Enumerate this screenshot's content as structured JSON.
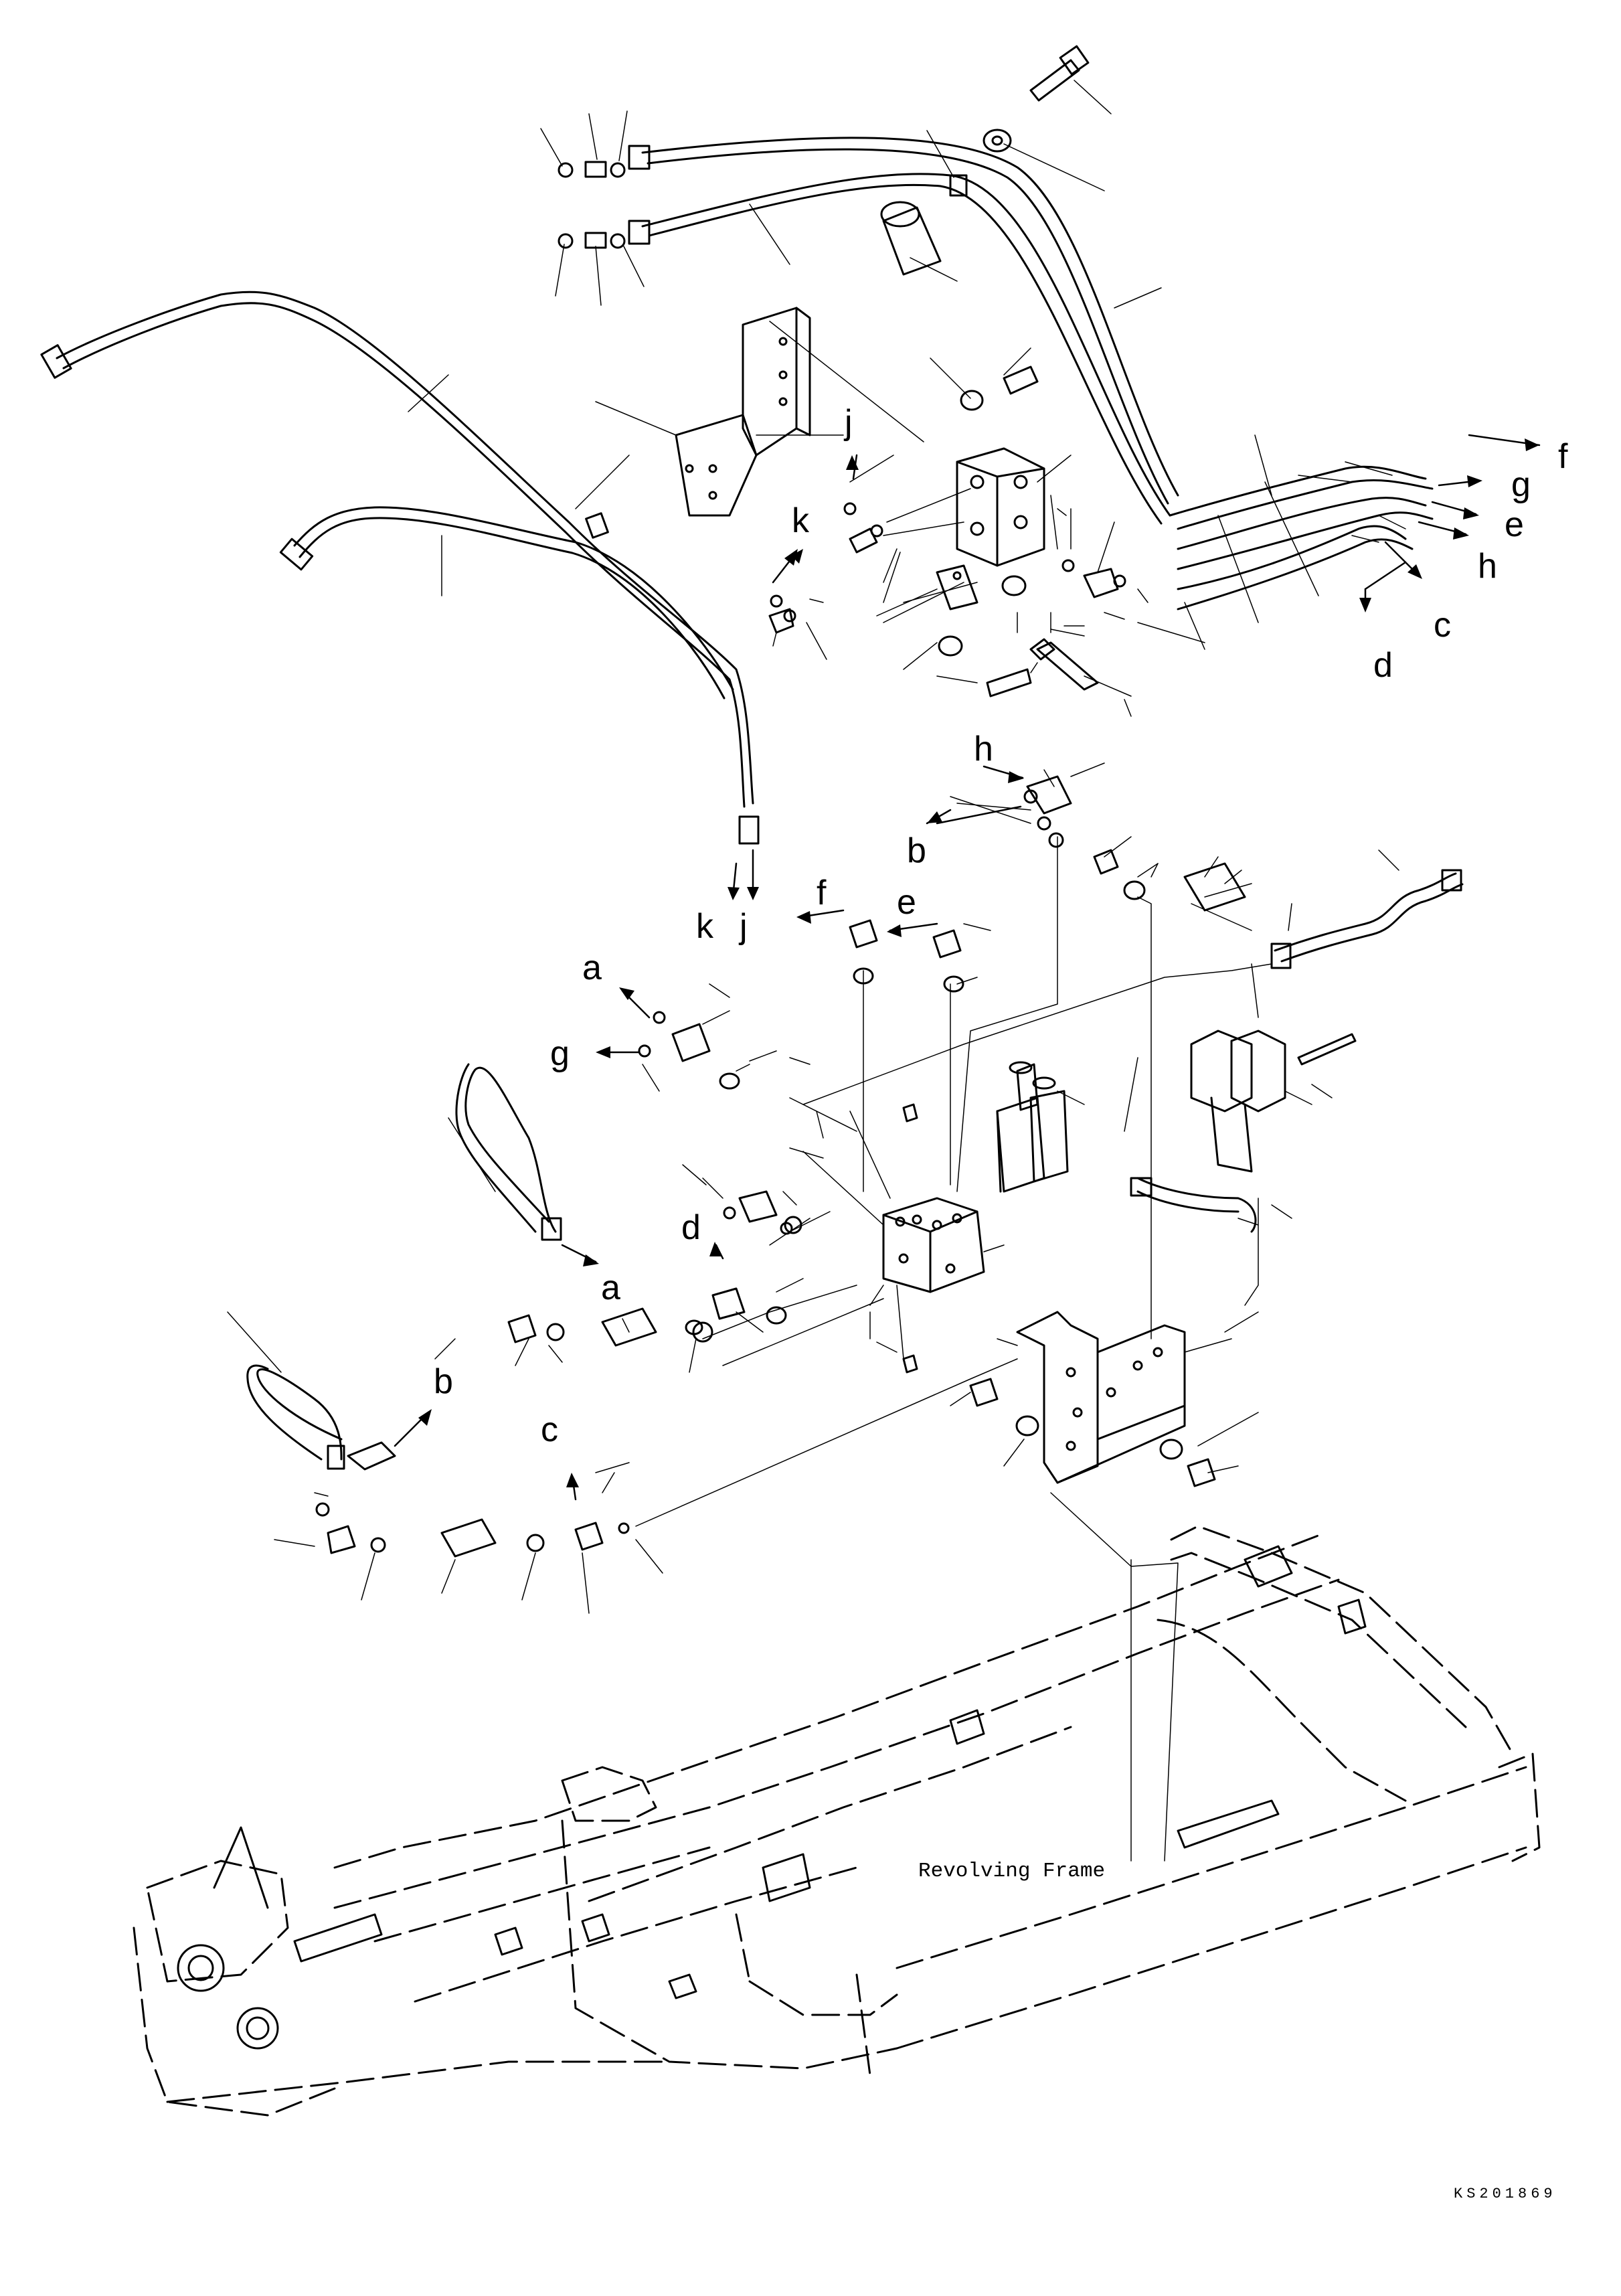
{
  "callout_letters": {
    "f_top": "f",
    "g_top": "g",
    "e_top": "e",
    "h_top": "h",
    "c_top": "c",
    "d_top": "d",
    "j_top": "j",
    "k_top": "k",
    "h_mid": "h",
    "b_mid": "b",
    "f_mid": "f",
    "e_mid": "e",
    "k_mid": "k",
    "j_mid": "j",
    "a_mid": "a",
    "g_mid": "g",
    "d_mid": "d",
    "a_low": "a",
    "b_low": "b",
    "c_low": "c"
  },
  "frame_label": "Revolving Frame",
  "drawing_code": "KS201869"
}
